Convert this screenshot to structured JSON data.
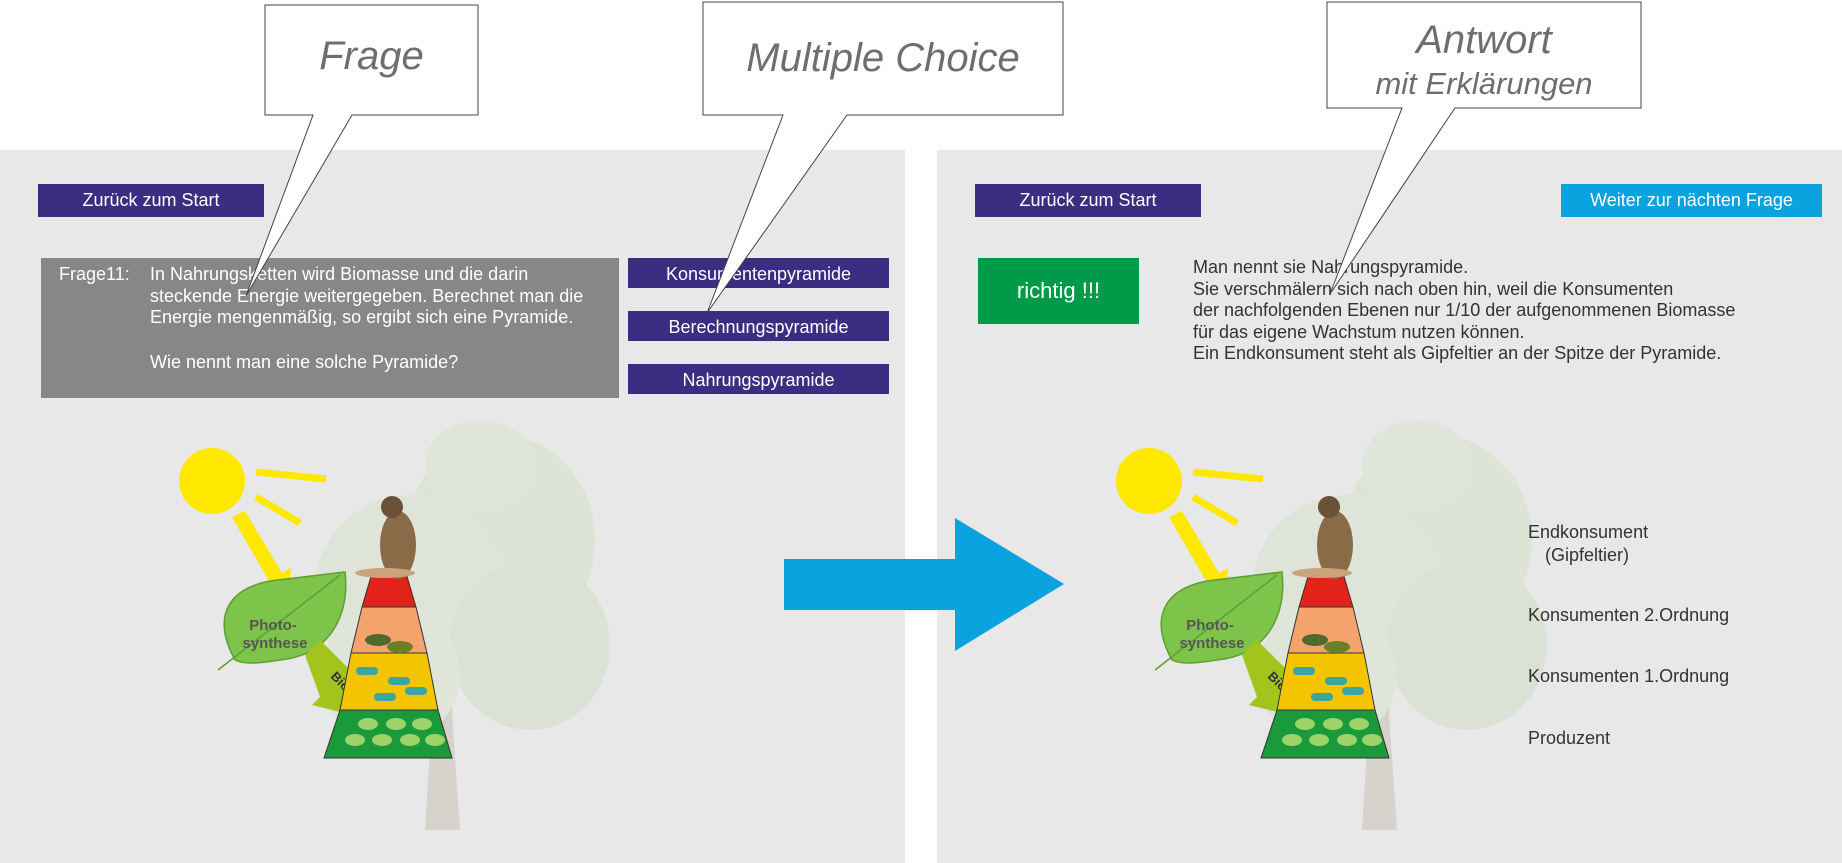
{
  "callouts": {
    "frage": "Frage",
    "multiple_choice": "Multiple Choice",
    "antwort_line1": "Antwort",
    "antwort_line2": "mit Erklärungen"
  },
  "question_screen": {
    "back_button": "Zurück zum Start",
    "question_number": "Frage11:",
    "question_lines": [
      "In Nahrungsketten wird Biomasse und die darin",
      "steckende Energie weitergegeben. Berechnet man die",
      "Energie mengenmäßig, so ergibt sich eine Pyramide."
    ],
    "question_prompt": "Wie nennt man eine solche Pyramide?",
    "choices": [
      "Konsumentenpyramide",
      "Berechnungspyramide",
      "Nahrungspyramide"
    ],
    "diagram": {
      "photosynthesis": [
        "Photo-",
        "synthese"
      ],
      "biomass": "Biomasse"
    }
  },
  "answer_screen": {
    "back_button": "Zurück zum Start",
    "next_button": "Weiter zur nächten Frage",
    "result": "richtig !!!",
    "explanation": [
      "Man nennt sie Nahrungspyramide.",
      "Sie verschmälern sich nach oben hin, weil die Konsumenten",
      "der nachfolgenden Ebenen nur 1/10 der aufgenommenen Biomasse",
      "für das eigene Wachstum nutzen können.",
      "Ein Endkonsument steht als Gipfeltier an der Spitze der Pyramide."
    ],
    "diagram": {
      "photosynthesis": [
        "Photo-",
        "synthese"
      ],
      "biomass": "Biomasse"
    },
    "levels": {
      "top_line1": "Endkonsument",
      "top_line2": "(Gipfeltier)",
      "second": "Konsumenten 2.Ordnung",
      "first": "Konsumenten 1.Ordnung",
      "producer": "Produzent"
    }
  },
  "colors": {
    "nav_button": "#3a2d82",
    "next_button": "#0aa3df",
    "correct": "#009b48",
    "arrow": "#0aa3df",
    "sun": "#ffe800"
  }
}
